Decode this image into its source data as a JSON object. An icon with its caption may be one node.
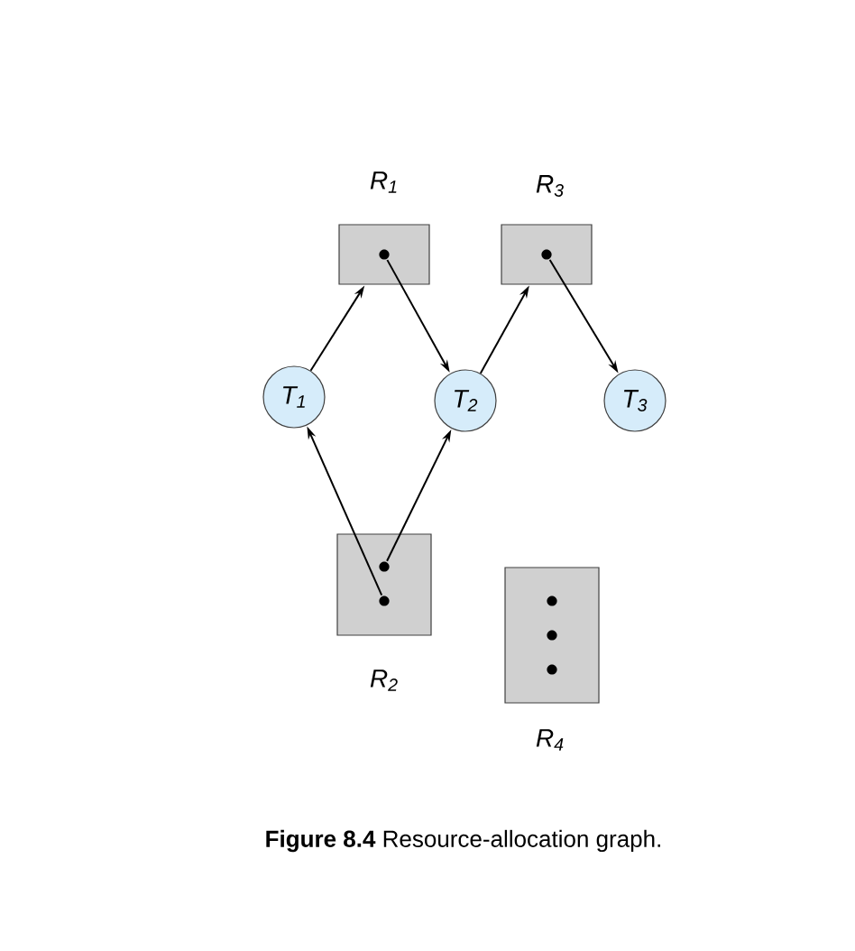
{
  "diagram": {
    "caption": "**Figure 8.4** Resource-allocation graph.",
    "nodes": [
      {
        "text": [],
        "shape": "box",
        "beside": [
          "R$_{1}$"
        ]
      },
      {
        "text": [],
        "shape": "box",
        "beside": [
          "R$_{3}$"
        ]
      },
      {
        "text": [
          "T$_{1}$"
        ]
      },
      {
        "text": [
          "T$_{2}$"
        ]
      },
      {
        "text": [
          "T$_{3}$"
        ]
      },
      {
        "text": [],
        "shape": "box",
        "beside": [
          "R$_{2}$"
        ]
      },
      {
        "text": [],
        "shape": "box",
        "beside": [
          "R$_{4}$"
        ]
      }
    ],
    "edges": [
      {
        "from": 2,
        "to": 0,
        "arrow": "to"
      },
      {
        "from": 0,
        "to": 3,
        "arrow": "to"
      },
      {
        "from": 3,
        "to": 1,
        "arrow": "to"
      },
      {
        "from": 1,
        "to": 4,
        "arrow": "to"
      },
      {
        "from": 5,
        "to": 2,
        "arrow": "to"
      },
      {
        "from": 5,
        "to": 3,
        "arrow": "to"
      }
    ]
  }
}
